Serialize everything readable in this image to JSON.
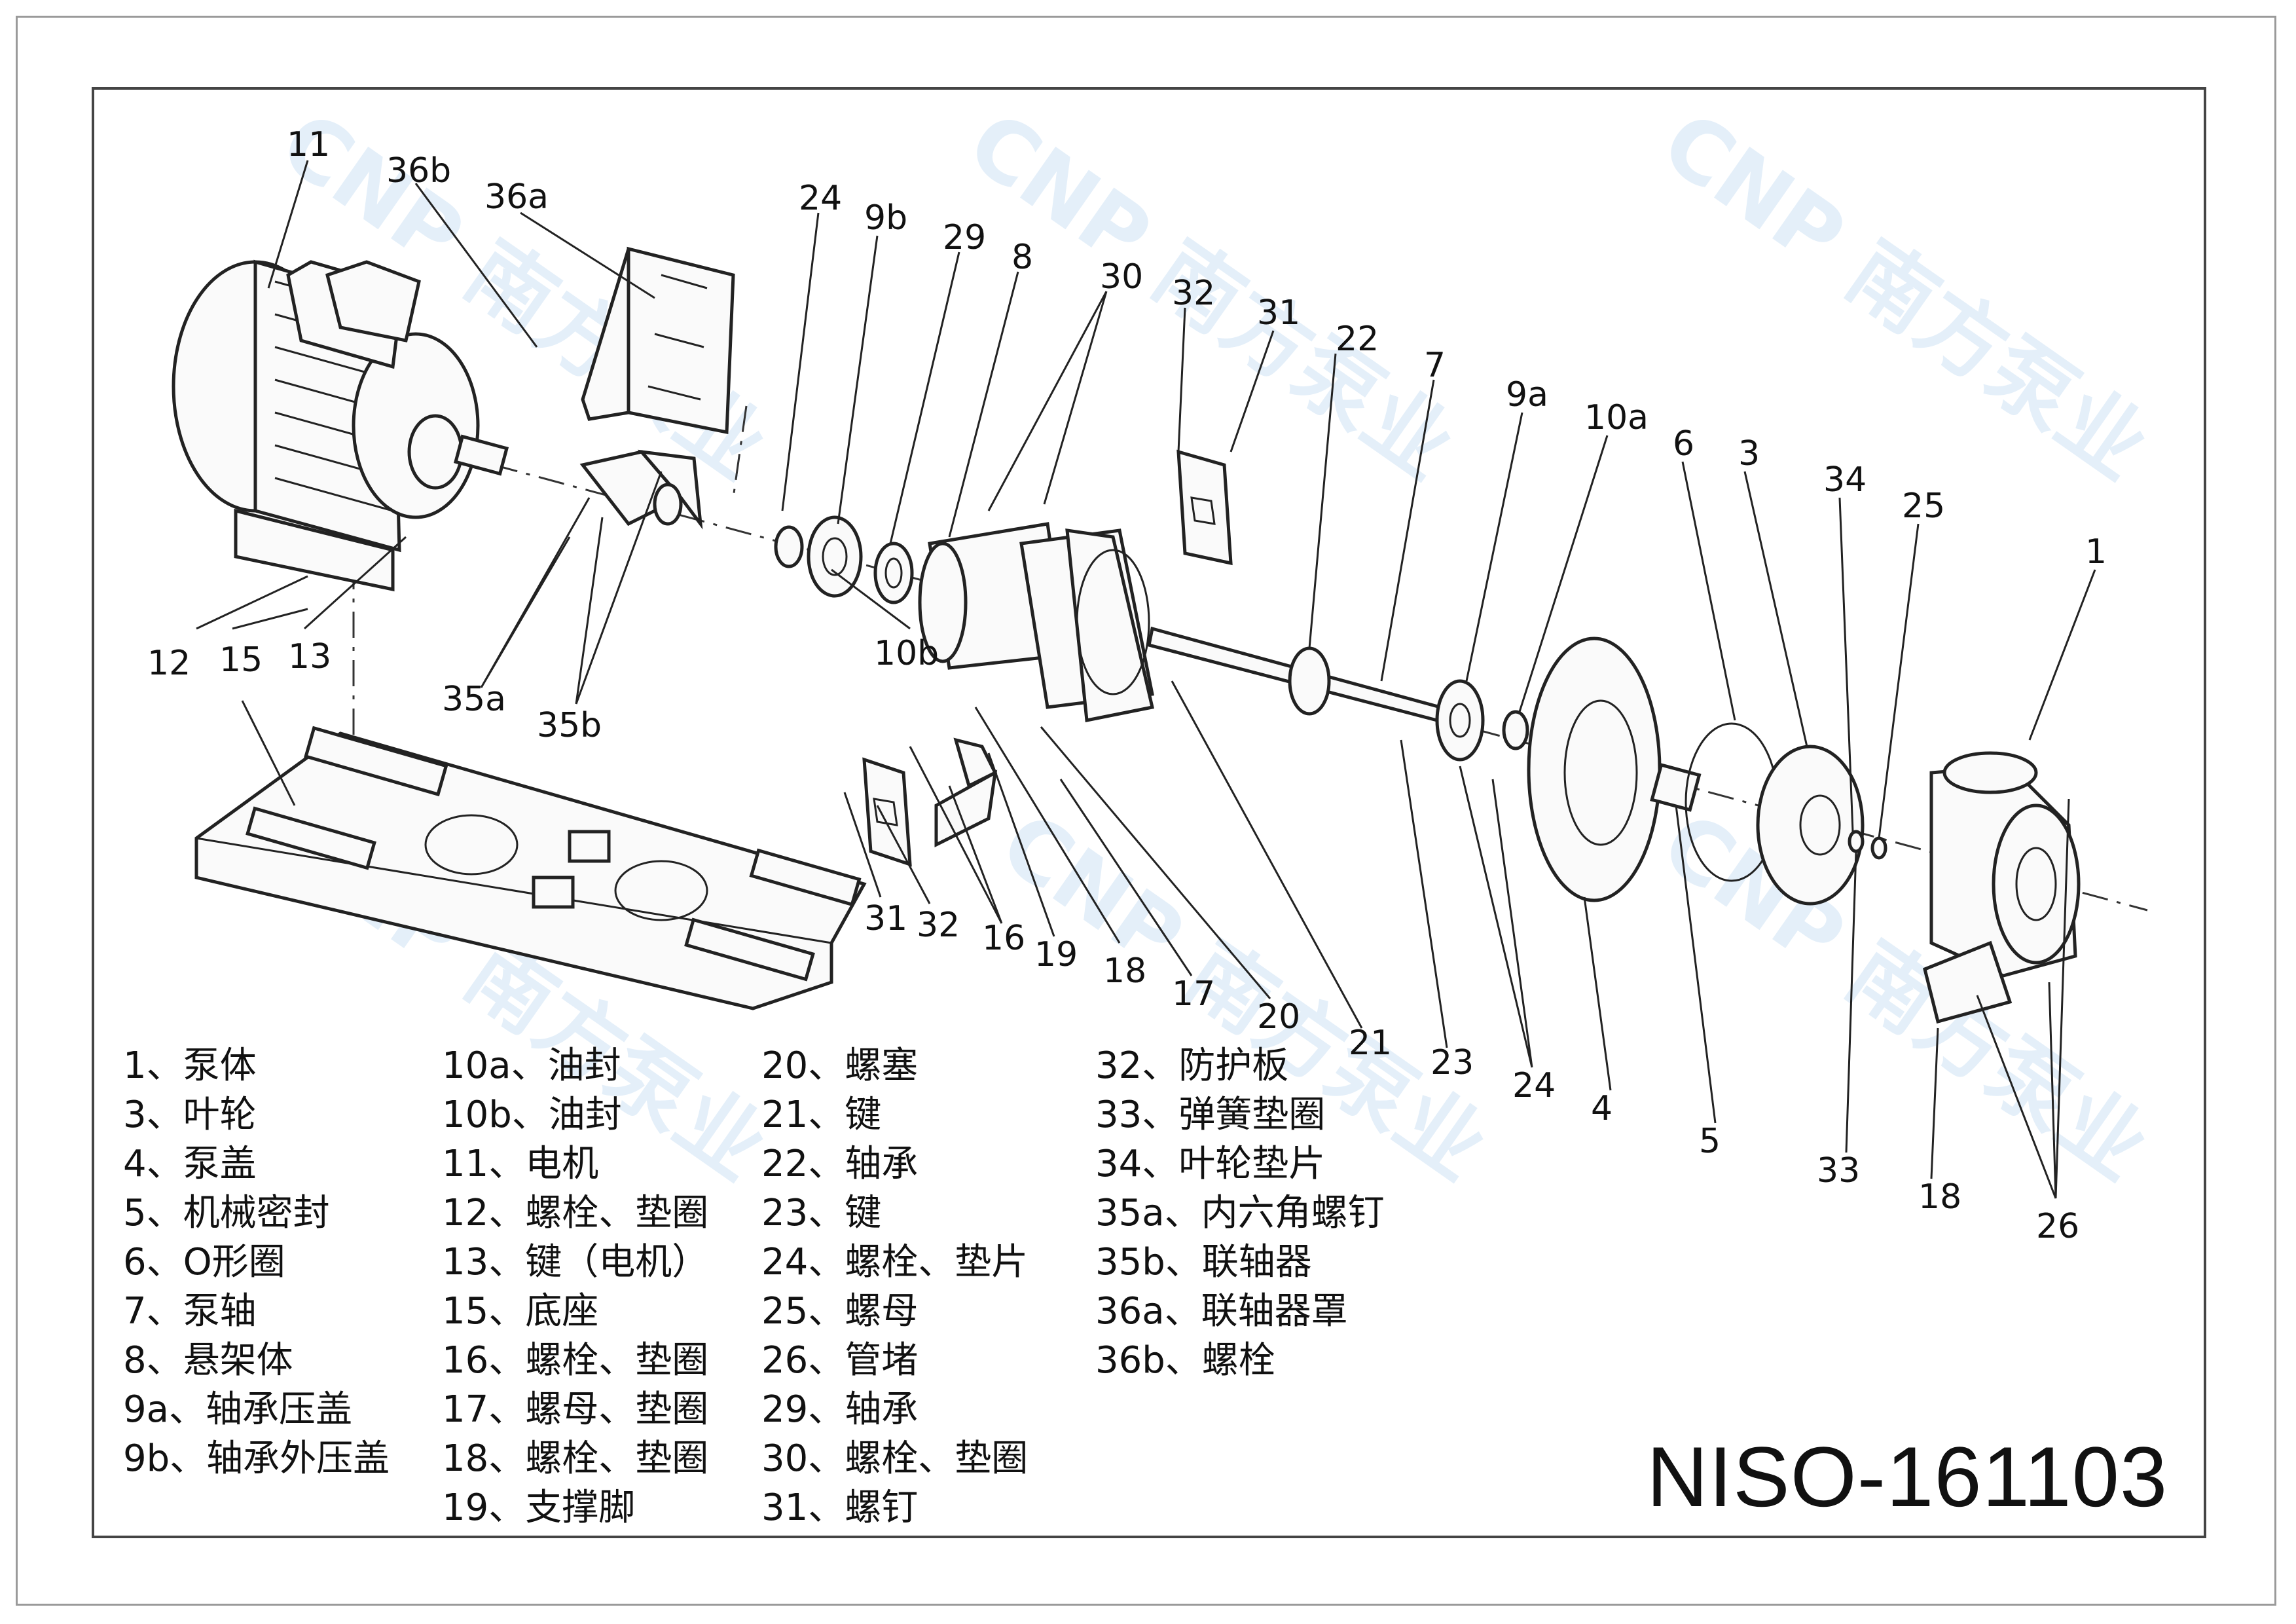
{
  "drawing_code": "NISO-161103",
  "watermark": {
    "text": "CNP 南方泵业",
    "color": "#cfe3f5"
  },
  "callouts": [
    {
      "id": "11",
      "text": "11"
    },
    {
      "id": "36b",
      "text": "36b"
    },
    {
      "id": "36a",
      "text": "36a"
    },
    {
      "id": "24a",
      "text": "24"
    },
    {
      "id": "9b",
      "text": "9b"
    },
    {
      "id": "29",
      "text": "29"
    },
    {
      "id": "8",
      "text": "8"
    },
    {
      "id": "30",
      "text": "30"
    },
    {
      "id": "32a",
      "text": "32"
    },
    {
      "id": "31a",
      "text": "31"
    },
    {
      "id": "22",
      "text": "22"
    },
    {
      "id": "7",
      "text": "7"
    },
    {
      "id": "9a",
      "text": "9a"
    },
    {
      "id": "10a",
      "text": "10a"
    },
    {
      "id": "6",
      "text": "6"
    },
    {
      "id": "3",
      "text": "3"
    },
    {
      "id": "34",
      "text": "34"
    },
    {
      "id": "25",
      "text": "25"
    },
    {
      "id": "1",
      "text": "1"
    },
    {
      "id": "12",
      "text": "12"
    },
    {
      "id": "15",
      "text": "15"
    },
    {
      "id": "13",
      "text": "13"
    },
    {
      "id": "10b",
      "text": "10b"
    },
    {
      "id": "35a",
      "text": "35a"
    },
    {
      "id": "35b",
      "text": "35b"
    },
    {
      "id": "31b",
      "text": "31"
    },
    {
      "id": "32b",
      "text": "32"
    },
    {
      "id": "16",
      "text": "16"
    },
    {
      "id": "19",
      "text": "19"
    },
    {
      "id": "18a",
      "text": "18"
    },
    {
      "id": "17",
      "text": "17"
    },
    {
      "id": "20",
      "text": "20"
    },
    {
      "id": "21",
      "text": "21"
    },
    {
      "id": "23",
      "text": "23"
    },
    {
      "id": "24b",
      "text": "24"
    },
    {
      "id": "4",
      "text": "4"
    },
    {
      "id": "5",
      "text": "5"
    },
    {
      "id": "33",
      "text": "33"
    },
    {
      "id": "18b",
      "text": "18"
    },
    {
      "id": "26",
      "text": "26"
    }
  ],
  "legend": {
    "col1": [
      "1、泵体",
      "3、叶轮",
      "4、泵盖",
      "5、机械密封",
      "6、O形圈",
      "7、泵轴",
      "8、悬架体",
      "9a、轴承压盖",
      "9b、轴承外压盖"
    ],
    "col2": [
      "10a、油封",
      "10b、油封",
      "11、电机",
      "12、螺栓、垫圈",
      "13、键（电机）",
      "15、底座",
      "16、螺栓、垫圈",
      "17、螺母、垫圈",
      "18、螺栓、垫圈",
      "19、支撑脚"
    ],
    "col3": [
      "20、螺塞",
      "21、键",
      "22、轴承",
      "23、键",
      "24、螺栓、垫片",
      "25、螺母",
      "26、管堵",
      "29、轴承",
      "30、螺栓、垫圈",
      "31、螺钉"
    ],
    "col4": [
      "32、防护板",
      "33、弹簧垫圈",
      "34、叶轮垫片",
      "35a、内六角螺钉",
      "35b、联轴器",
      "36a、联轴器罩",
      "36b、螺栓"
    ]
  }
}
